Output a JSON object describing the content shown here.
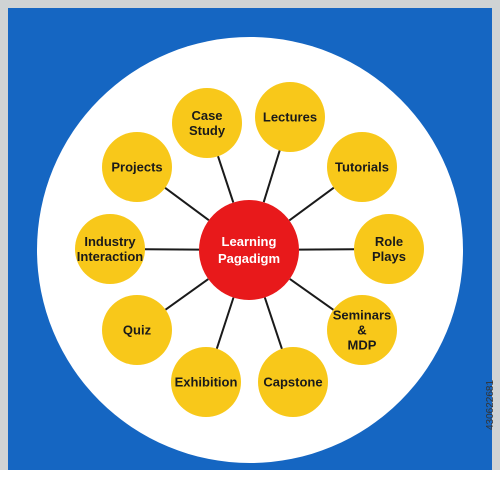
{
  "colors": {
    "frame_background": "#1566c2",
    "inner_circle": "#ffffff",
    "center_node": "#e8191b",
    "satellite_node": "#f8c81a",
    "connector": "#1a1a1a",
    "center_text": "#ffffff",
    "node_text": "#1a1a1a"
  },
  "center": {
    "lines": [
      "Learning",
      "Pagadigm"
    ]
  },
  "nodes": [
    {
      "id": "case-study",
      "lines": [
        "Case",
        "Study"
      ]
    },
    {
      "id": "lectures",
      "lines": [
        "Lectures"
      ]
    },
    {
      "id": "tutorials",
      "lines": [
        "Tutorials"
      ]
    },
    {
      "id": "role-plays",
      "lines": [
        "Role",
        "Plays"
      ]
    },
    {
      "id": "seminars-mdp",
      "lines": [
        "Seminars",
        "&",
        "MDP"
      ]
    },
    {
      "id": "capstone",
      "lines": [
        "Capstone"
      ]
    },
    {
      "id": "exhibition",
      "lines": [
        "Exhibition"
      ]
    },
    {
      "id": "quiz",
      "lines": [
        "Quiz"
      ]
    },
    {
      "id": "industry-interaction",
      "lines": [
        "Industry",
        "Interaction"
      ]
    },
    {
      "id": "projects",
      "lines": [
        "Projects"
      ]
    }
  ],
  "stock_id": "430622681"
}
